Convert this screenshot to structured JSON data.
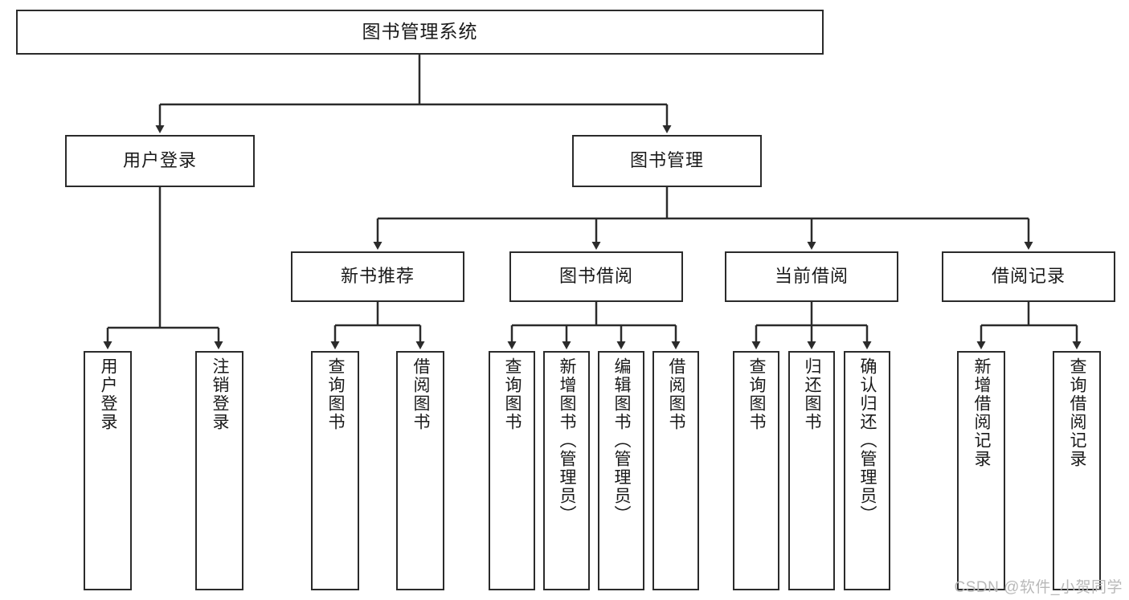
{
  "diagram": {
    "title": "图书管理系统",
    "type": "tree-hierarchy",
    "root": {
      "label": "图书管理系统"
    },
    "level2": [
      {
        "label": "用户登录"
      },
      {
        "label": "图书管理"
      }
    ],
    "level3": [
      {
        "label": "新书推荐"
      },
      {
        "label": "图书借阅"
      },
      {
        "label": "当前借阅"
      },
      {
        "label": "借阅记录"
      }
    ],
    "leaves": {
      "user_login": [
        {
          "label": "用户登录"
        },
        {
          "label": "注销登录"
        }
      ],
      "new_book_recommend": [
        {
          "label": "查询图书"
        },
        {
          "label": "借阅图书"
        }
      ],
      "book_borrow": [
        {
          "label": "查询图书"
        },
        {
          "label": "新增图书（管理员）"
        },
        {
          "label": "编辑图书（管理员）"
        },
        {
          "label": "借阅图书"
        }
      ],
      "current_borrow": [
        {
          "label": "查询图书"
        },
        {
          "label": "归还图书"
        },
        {
          "label": "确认归还（管理员）"
        }
      ],
      "borrow_record": [
        {
          "label": "新增借阅记录"
        },
        {
          "label": "查询借阅记录"
        }
      ]
    }
  },
  "watermark": {
    "text": "CSDN @软件_小贺同学"
  },
  "colors": {
    "border": "#2b2b2b",
    "line": "#2b2b2b",
    "background": "#ffffff",
    "text": "#1a1a1a",
    "watermark": "#b9b9b9"
  }
}
